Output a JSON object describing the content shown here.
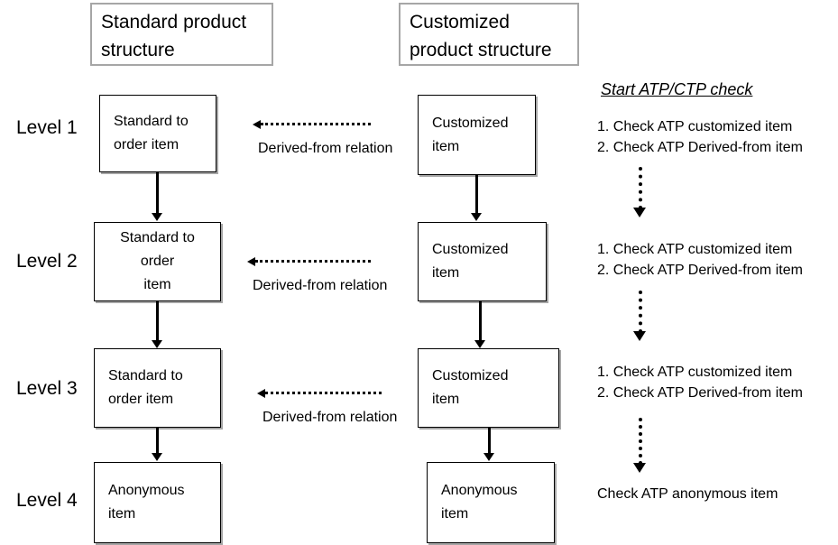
{
  "headers": [
    {
      "label": "Standard product\nstructure"
    },
    {
      "label": "Customized\nproduct structure"
    }
  ],
  "levels": [
    {
      "label": "Level 1"
    },
    {
      "label": "Level 2"
    },
    {
      "label": "Level 3"
    },
    {
      "label": "Level 4"
    }
  ],
  "standard_column": [
    {
      "label": "Standard to\norder item"
    },
    {
      "label": "Standard to\norder\nitem"
    },
    {
      "label": "Standard to\norder item"
    },
    {
      "label": "Anonymous\nitem"
    }
  ],
  "customized_column": [
    {
      "label": "Customized\nitem"
    },
    {
      "label": "Customized\nitem"
    },
    {
      "label": "Customized\nitem"
    },
    {
      "label": "Anonymous\nitem"
    }
  ],
  "relations": [
    {
      "label": "Derived-from relation"
    },
    {
      "label": "Derived-from relation"
    },
    {
      "label": "Derived-from relation"
    }
  ],
  "atp": {
    "title": "Start ATP/CTP check",
    "steps": [
      {
        "label": "1. Check ATP customized item\n2. Check ATP Derived-from item"
      },
      {
        "label": "1. Check ATP customized item\n2. Check ATP Derived-from item"
      },
      {
        "label": "1. Check ATP customized item\n2. Check ATP Derived-from item"
      }
    ],
    "final": "Check ATP anonymous item"
  },
  "colors": {
    "line": "#000000",
    "header_border": "#a6a6a6",
    "box_shadow": "#a6a6a6",
    "background": "#ffffff"
  }
}
